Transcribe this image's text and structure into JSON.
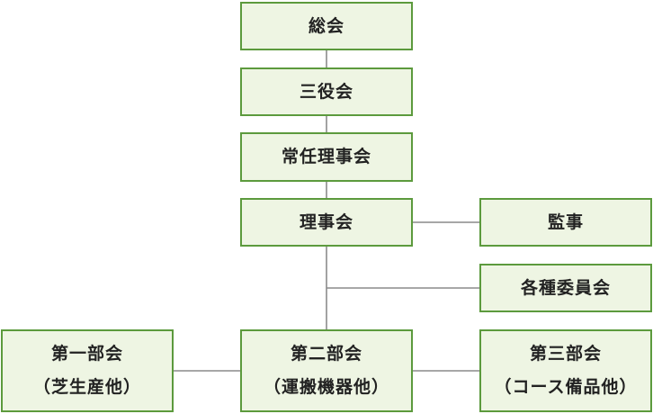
{
  "org_chart": {
    "general_assembly": "総会",
    "three_officers": "三役会",
    "standing_board": "常任理事会",
    "board": "理事会",
    "auditor": "監事",
    "committees": "各種委員会",
    "division_1": {
      "name": "第一部会",
      "note": "（芝生産他）"
    },
    "division_2": {
      "name": "第二部会",
      "note": "（運搬機器他）"
    },
    "division_3": {
      "name": "第三部会",
      "note": "（コース備品他）"
    }
  }
}
